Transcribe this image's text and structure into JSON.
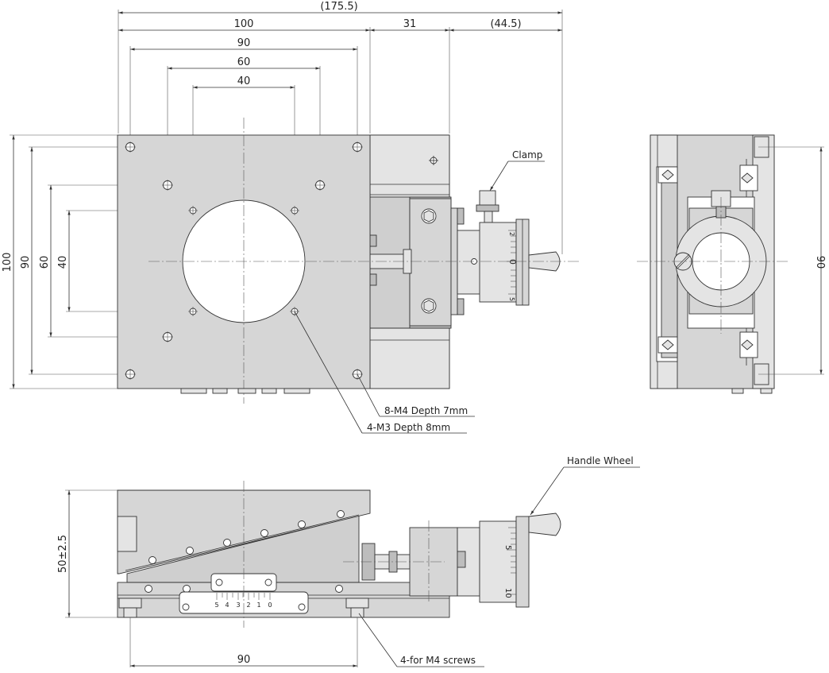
{
  "dimensions": {
    "overall_length": "(175.5)",
    "plate_width": "100",
    "hole_pitch_90": "90",
    "hole_pitch_60": "60",
    "hole_pitch_40": "40",
    "axis_offset": "31",
    "handle_extension": "(44.5)",
    "left_height_100": "100",
    "left_height_90": "90",
    "left_height_60": "60",
    "left_height_40": "40",
    "side_view_90": "90",
    "height": "50±2.5",
    "base_pitch_90": "90"
  },
  "labels": {
    "clamp": "Clamp",
    "handle_wheel": "Handle Wheel",
    "holes_m4": "8-M4 Depth 7mm",
    "holes_m3": "4-M3 Depth 8mm",
    "mount_screws": "4-for M4 screws"
  },
  "scales": {
    "top_micrometer": [
      "0",
      "5",
      "2"
    ],
    "side_micrometer": [
      "5",
      "10"
    ],
    "linear_scale": [
      "5",
      "4",
      "3",
      "2",
      "1",
      "0"
    ]
  }
}
